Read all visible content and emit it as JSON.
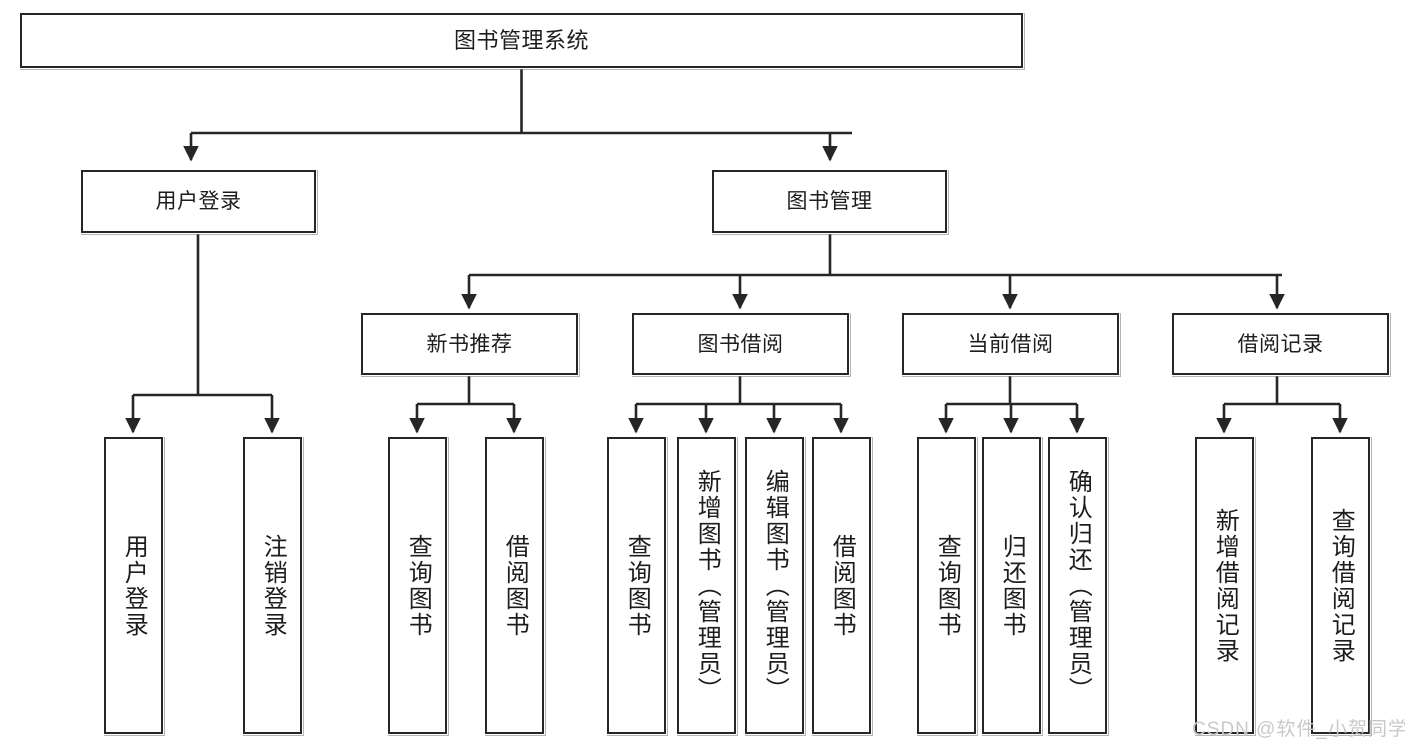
{
  "diagram": {
    "type": "tree",
    "title": "图书管理系统",
    "orientation": "top-down",
    "colors": {
      "box_border": "#262626",
      "box_fill": "#ffffff",
      "edge": "#262626",
      "text": "#1d1d1d",
      "watermark": "#c9c9c9",
      "background": "#ffffff"
    }
  },
  "nodes": {
    "root": {
      "label": "图书管理系统"
    },
    "level2": [
      {
        "label": "用户登录"
      },
      {
        "label": "图书管理"
      }
    ],
    "level3": [
      {
        "label": "新书推荐"
      },
      {
        "label": "图书借阅"
      },
      {
        "label": "当前借阅"
      },
      {
        "label": "借阅记录"
      }
    ],
    "leaves": {
      "user_login": [
        {
          "label": "用户登录"
        },
        {
          "label": "注销登录"
        }
      ],
      "new_book_recommend": [
        {
          "label": "查询图书"
        },
        {
          "label": "借阅图书"
        }
      ],
      "book_borrow": [
        {
          "label": "查询图书"
        },
        {
          "label": "新增图书（管理员）"
        },
        {
          "label": "编辑图书（管理员）"
        },
        {
          "label": "借阅图书"
        }
      ],
      "current_borrow": [
        {
          "label": "查询图书"
        },
        {
          "label": "归还图书"
        },
        {
          "label": "确认归还（管理员）"
        }
      ],
      "borrow_record": [
        {
          "label": "新增借阅记录"
        },
        {
          "label": "查询借阅记录"
        }
      ]
    }
  },
  "watermark": {
    "text": "CSDN @软件_小贺同学"
  }
}
